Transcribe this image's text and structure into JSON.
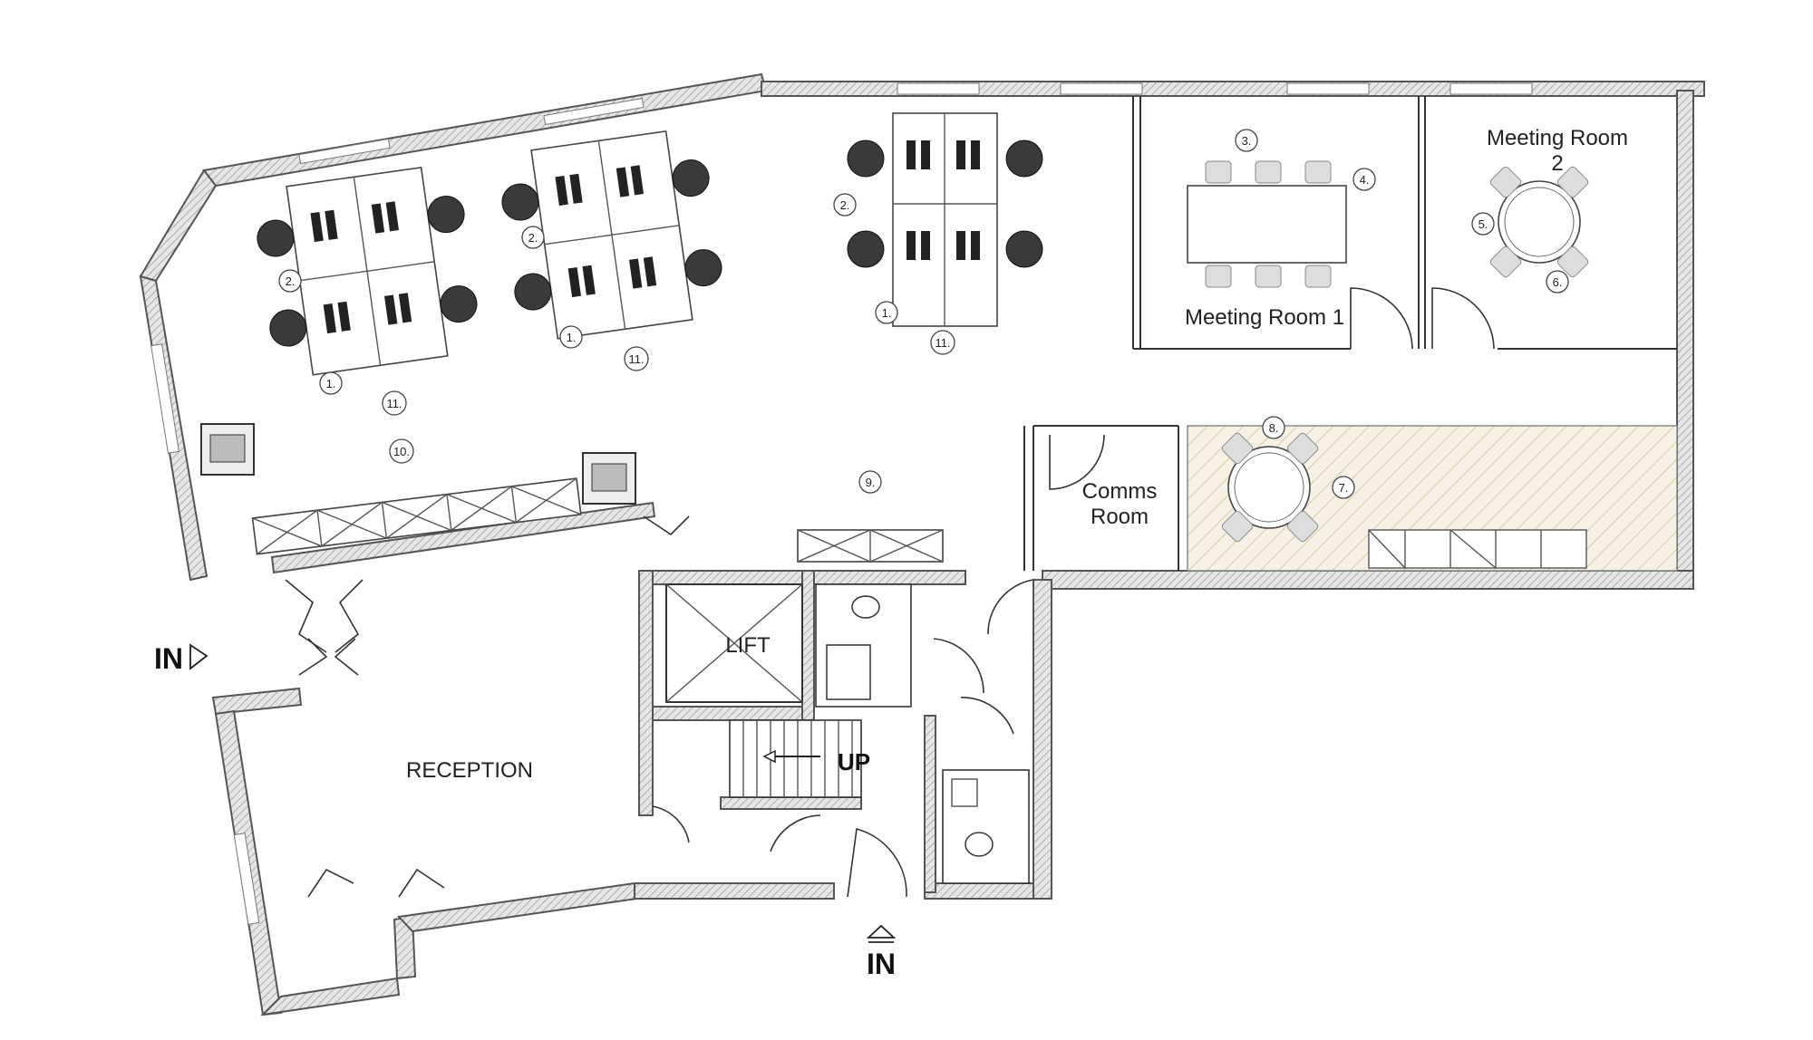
{
  "rooms": {
    "meeting_room_1": "Meeting Room 1",
    "meeting_room_2": [
      "Meeting Room",
      "2"
    ],
    "comms_room": [
      "Comms",
      "Room"
    ],
    "lift": "LIFT",
    "reception": "RECEPTION",
    "up": "UP"
  },
  "entrances": {
    "west": "IN",
    "south": "IN"
  },
  "markers": {
    "m1": "1.",
    "m2": "2.",
    "m3": "3.",
    "m4": "4.",
    "m5": "5.",
    "m6": "6.",
    "m7": "7.",
    "m8": "8.",
    "m9": "9.",
    "m10": "10.",
    "m11": "11."
  }
}
